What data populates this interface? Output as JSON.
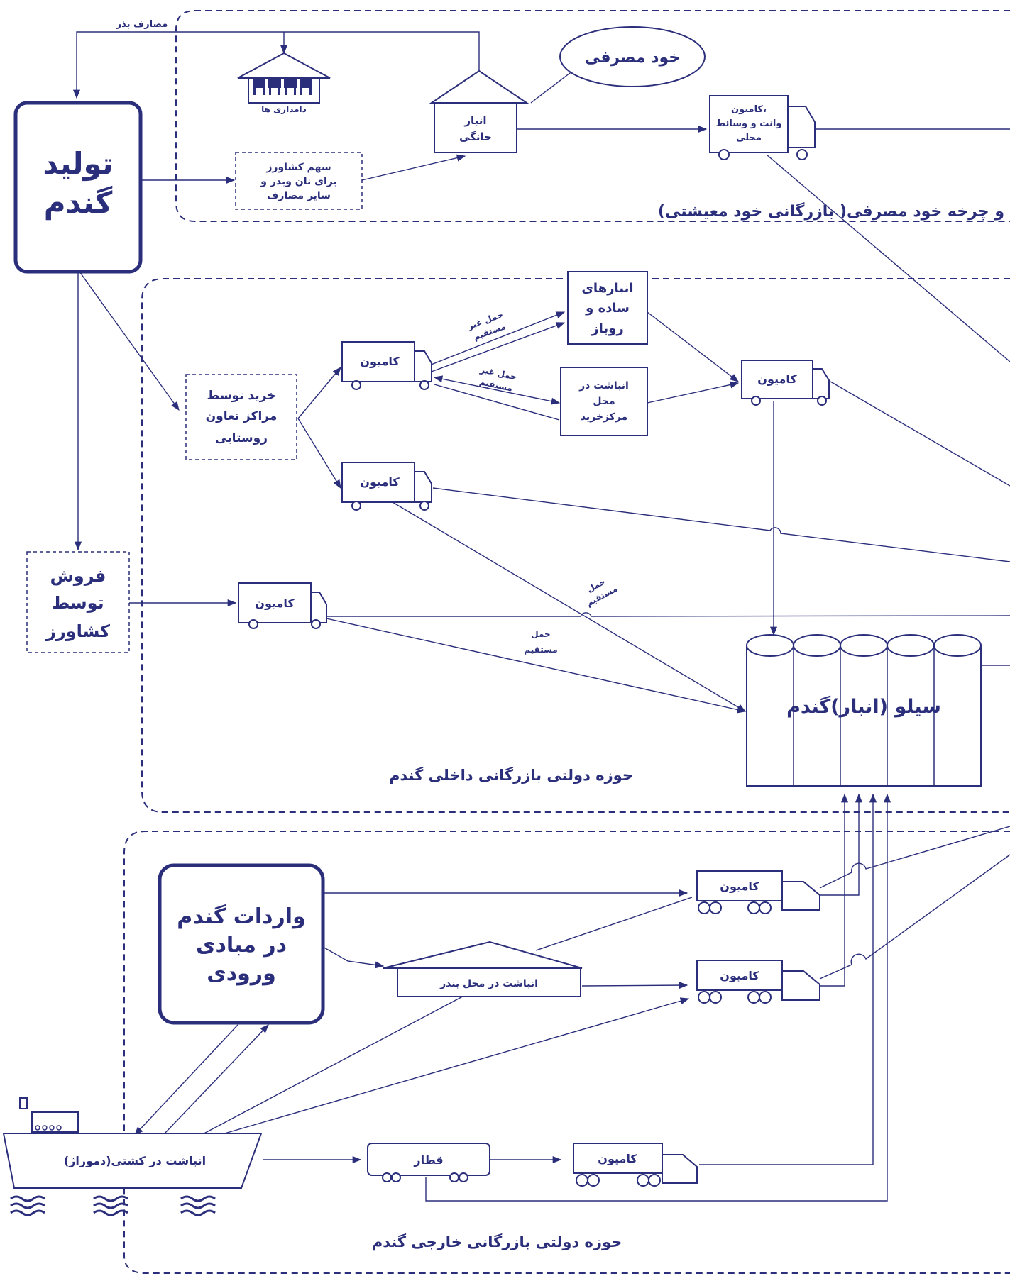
{
  "colors": {
    "ink": "#2b2e7a",
    "background": "#ffffff"
  },
  "production": {
    "line1": "تولید",
    "line2": "گندم"
  },
  "seed_cost": "مصارف بذر",
  "livestock": "دامداری ها",
  "farmer_share": {
    "line1": "سهم کشاورز",
    "line2": "برای نان وبذر و",
    "line3": "سایر مصارف"
  },
  "home_storage": {
    "line1": "انبار",
    "line2": "خانگی"
  },
  "self_consumption": "خود مصرفی",
  "local_truck": {
    "line1": "کامیون،",
    "line2": "وانت و وسائط",
    "line3": "محلی"
  },
  "self_cycle_title": "و چرخه خود مصرفی( بازرگانی خود معیشتی)",
  "coop_purchase": {
    "line1": "خرید توسط",
    "line2": "مراکز تعاون",
    "line3": "روستایی"
  },
  "truck_label": "کامیون",
  "simple_storage": {
    "line1": "انبارهای",
    "line2": "ساده و",
    "line3": "روباز"
  },
  "collection_pile": {
    "line1": "انباشت در",
    "line2": "محل",
    "line3": "مرکزخرید"
  },
  "indirect_transport": {
    "line1": "حمل غیر",
    "line2": "مستقیم"
  },
  "direct_transport": {
    "line1": "حمل",
    "line2": "مستقیم"
  },
  "farmer_sale": {
    "line1": "فروش",
    "line2": "توسط",
    "line3": "کشاورز"
  },
  "silo": "سیلو (انبار)گندم",
  "domestic_title": "حوزه دولتی بازرگانی داخلی گندم",
  "imports": {
    "line1": "واردات گندم",
    "line2": "در مبادی",
    "line3": "ورودی"
  },
  "port_pile": "انباشت در محل بندر",
  "ship_storage": "انباشت در کشتی(دموراژ)",
  "train": "قطار",
  "foreign_title": "حوزه دولتی بازرگانی خارجی گندم"
}
